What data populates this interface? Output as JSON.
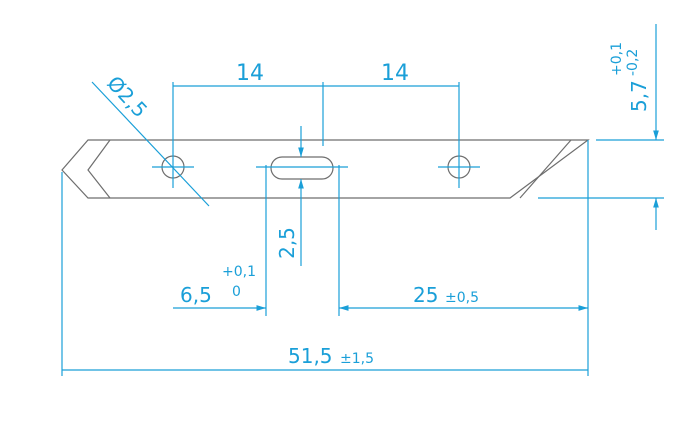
{
  "colors": {
    "dimension": "#1a9fd8",
    "part_outline": "#6e6e6e",
    "background": "#ffffff"
  },
  "dimensions": {
    "hole_diameter": "Ø2,5",
    "spacing_left": "14",
    "spacing_right": "14",
    "height_nominal": "5,7",
    "height_tol_upper": "+0,1",
    "height_tol_lower": "-0,2",
    "slot_width": "2,5",
    "slot_offset_nominal": "6,5",
    "slot_offset_tol_upper": "+0,1",
    "slot_offset_tol_lower": "0",
    "right_length_nominal": "25",
    "right_length_tol": "±0,5",
    "total_length_nominal": "51,5",
    "total_length_tol": "±1,5"
  }
}
